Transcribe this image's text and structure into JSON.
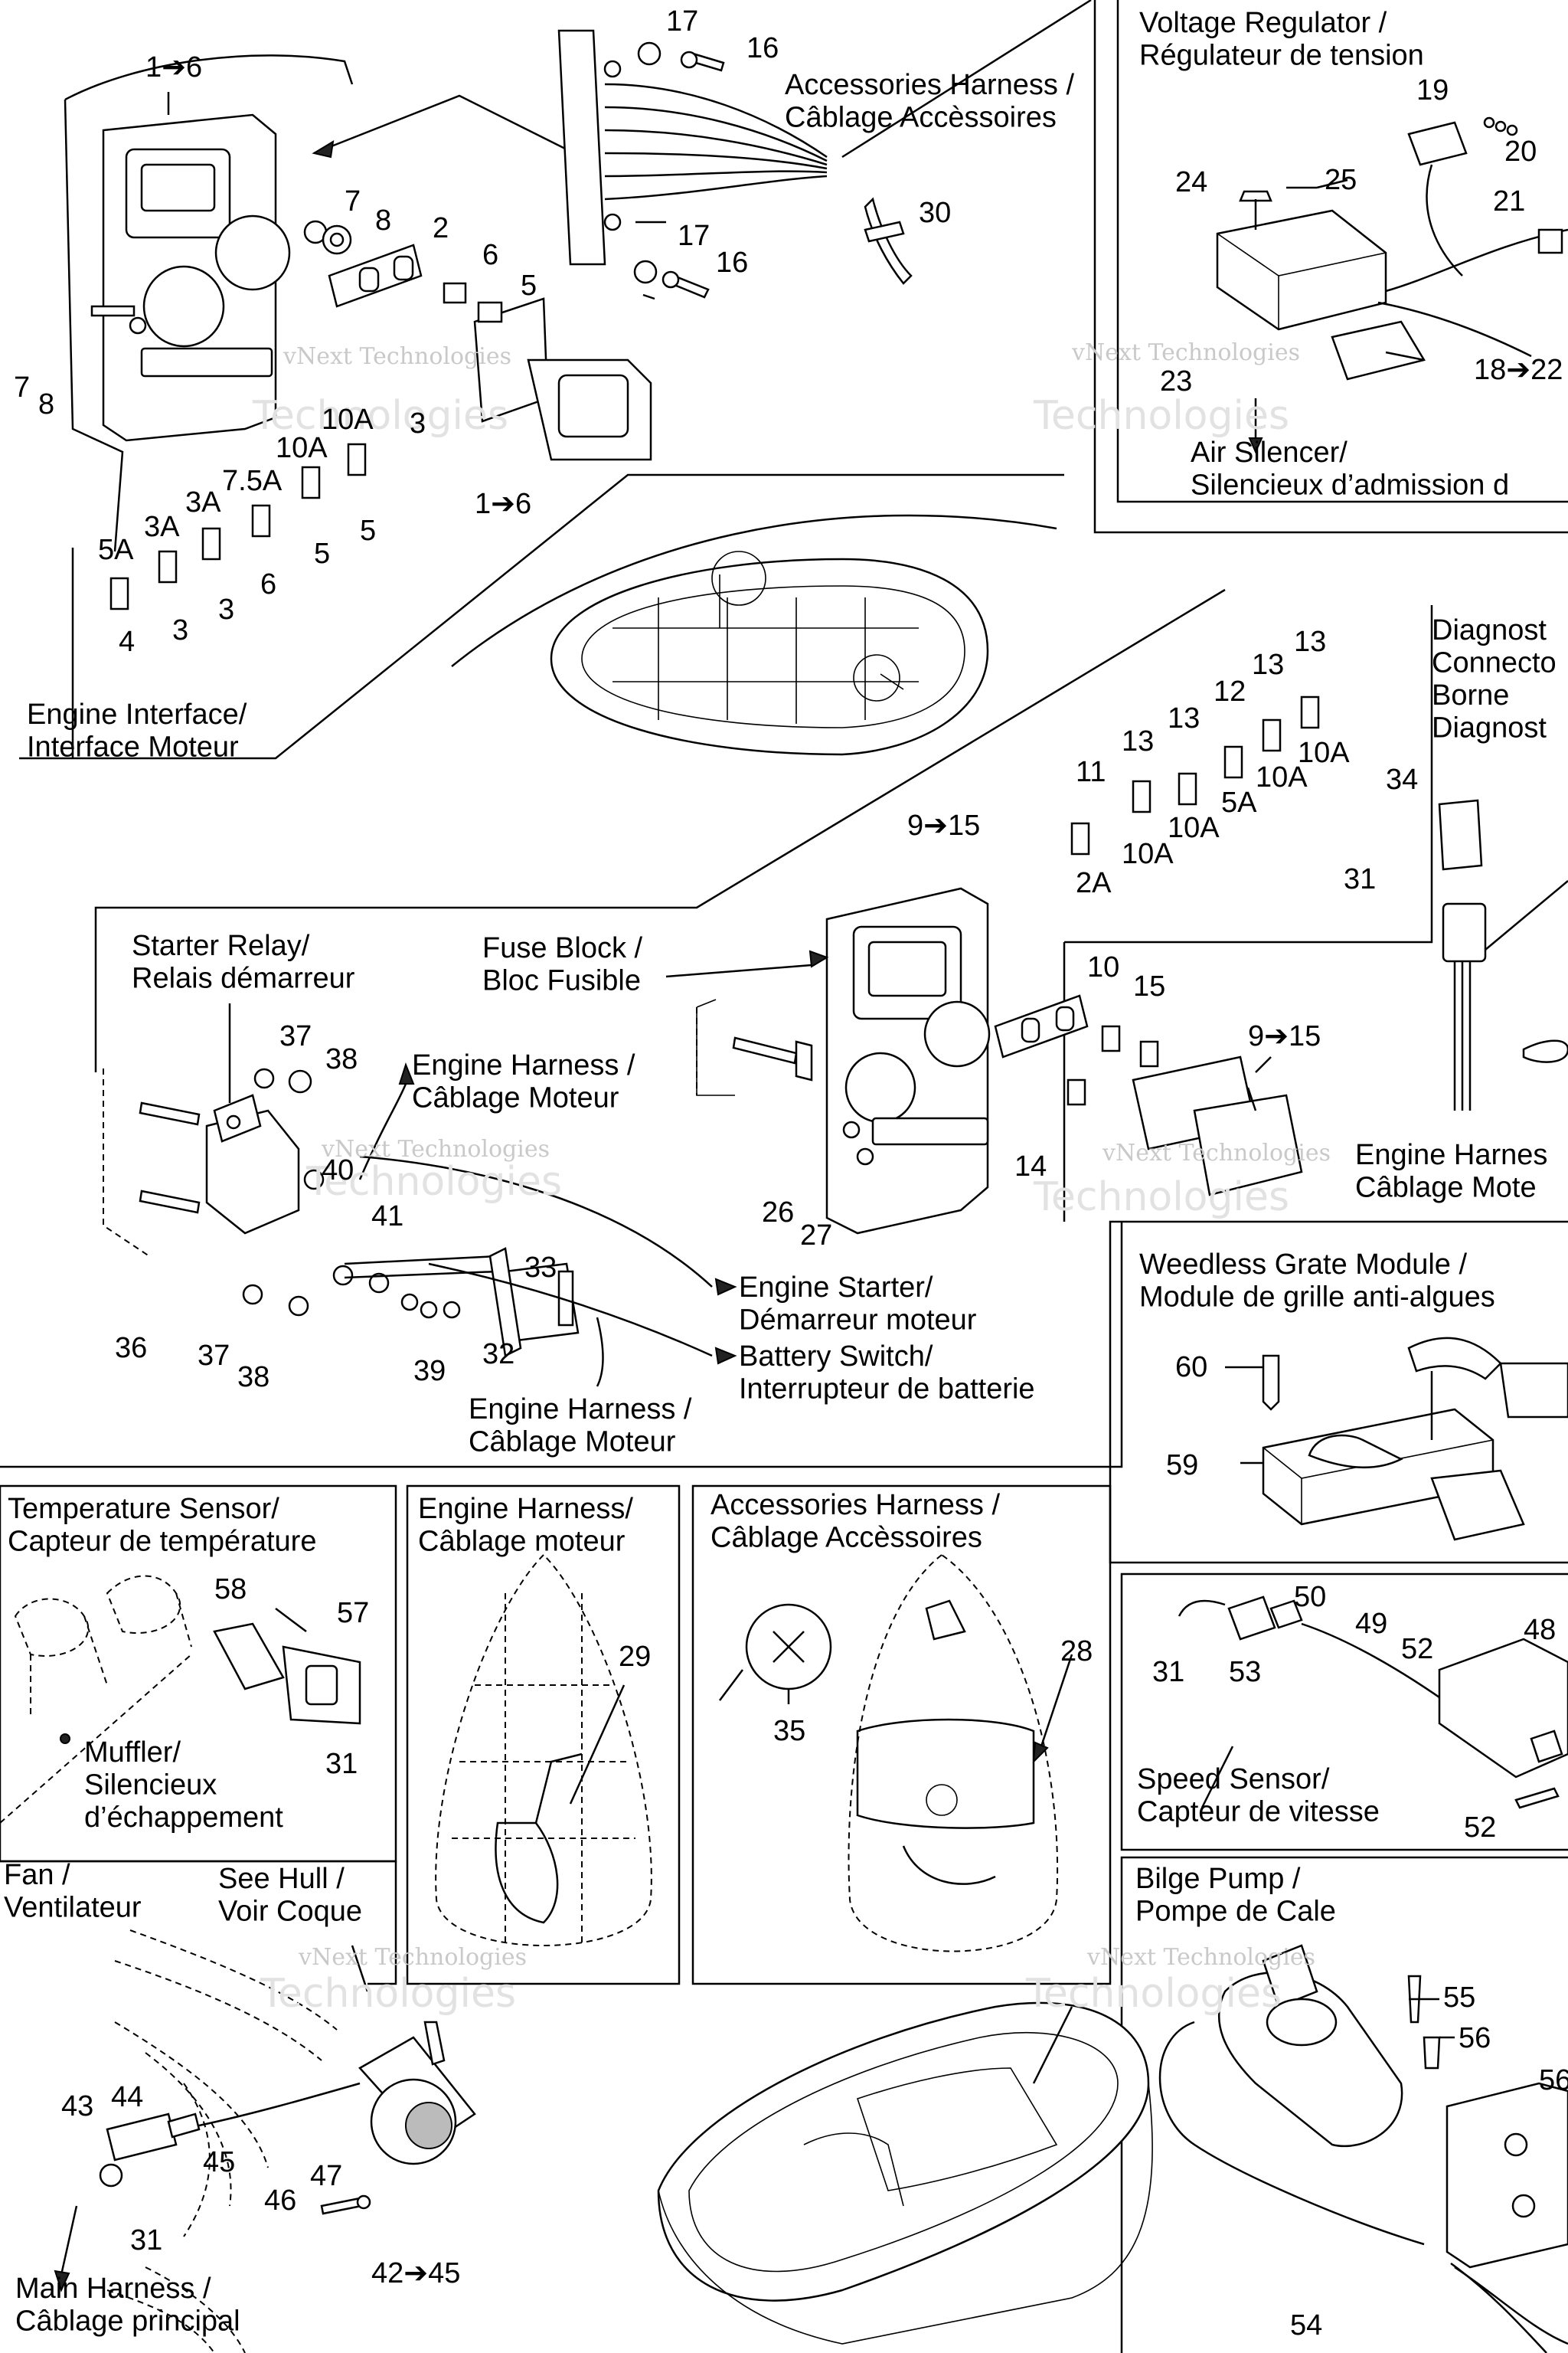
{
  "sections": {
    "voltage_regulator": "Voltage Regulator /\nRégulateur de tension",
    "engine_interface": "Engine Interface/\nInterface Moteur",
    "diagnostic": "Diagnost\nConnecto\nBorne\nDiagnost",
    "starter_relay": "Starter Relay/\nRelais démarreur",
    "fuse_block": "Fuse Block /\nBloc Fusible",
    "weedless": "Weedless Grate Module /\nModule de grille anti-algues",
    "temperature": "Temperature Sensor/\nCapteur de température",
    "engine_harness_box": "Engine Harness/\nCâblage moteur",
    "accessories_box": "Accessories Harness /\nCâblage Accèssoires",
    "speed_sensor": "Speed Sensor/\nCapteur de vitesse",
    "fan": "Fan /\nVentilateur",
    "see_hull": "See Hull /\nVoir Coque",
    "bilge": "Bilge Pump /\nPompe de Cale"
  },
  "callouts": {
    "accessories_harness": "Accessories Harness /\nCâblage Accèssoires",
    "air_silencer": "Air Silencer/\nSilencieux d’admission d",
    "engine_harness_1": "Engine Harness /\nCâblage Moteur",
    "engine_harness_2": "Engine Harness /\nCâblage Moteur",
    "engine_harness_right": "Engine Harnes\nCâblage Mote",
    "engine_starter": "Engine Starter/\nDémarreur moteur",
    "battery_switch": "Battery Switch/\nInterrupteur de batterie",
    "muffler": "Muffler/\nSilencieux\nd’échappement",
    "main_harness": "Main Harness /\nCâblage principal"
  },
  "fuse_ratings": {
    "a10_1": "10A",
    "a10_2": "10A",
    "a7_5": "7.5A",
    "a3_1": "3A",
    "a3_2": "3A",
    "a5_1": "5A",
    "b2": "2A",
    "b10_1": "10A",
    "b10_2": "10A",
    "b5": "5A",
    "b10_3": "10A",
    "b10_4": "10A"
  },
  "numbers": {
    "n1_6a": "1➔6",
    "n1_6b": "1➔6",
    "n2": "2",
    "n3": "3",
    "n3b": "3",
    "n3c": "3",
    "n4": "4",
    "n5a": "5",
    "n5b": "5",
    "n5c": "5",
    "n6a": "6",
    "n6b": "6",
    "n7a": "7",
    "n7b": "7",
    "n8a": "8",
    "n8b": "8",
    "n16a": "16",
    "n16b": "16",
    "n17a": "17",
    "n17b": "17",
    "n18_22": "18➔22",
    "n19": "19",
    "n20": "20",
    "n21": "21",
    "n23": "23",
    "n24": "24",
    "n25": "25",
    "n30": "30",
    "n9_15a": "9➔15",
    "n9_15b": "9➔15",
    "n10": "10",
    "n11": "11",
    "n12": "12",
    "n13a": "13",
    "n13b": "13",
    "n13c": "13",
    "n13d": "13",
    "n14": "14",
    "n15": "15",
    "n26": "26",
    "n27": "27",
    "n31a": "31",
    "n34": "34",
    "n32": "32",
    "n33": "33",
    "n36": "36",
    "n37a": "37",
    "n37b": "37",
    "n38a": "38",
    "n38b": "38",
    "n39": "39",
    "n40": "40",
    "n41": "41",
    "n59": "59",
    "n60": "60",
    "n57": "57",
    "n58": "58",
    "n31b": "31",
    "n29": "29",
    "n28": "28",
    "n35": "35",
    "n31c": "31",
    "n53": "53",
    "n50": "50",
    "n49": "49",
    "n52a": "52",
    "n52b": "52",
    "n48": "48",
    "n43": "43",
    "n44": "44",
    "n45": "45",
    "n31d": "31",
    "n46": "46",
    "n47": "47",
    "n42_45": "42➔45",
    "n55": "55",
    "n56a": "56",
    "n56b": "56",
    "n54": "54"
  },
  "watermark": {
    "line1": "vNext Technologies",
    "line2": "vNext",
    "line3": "Technologies"
  }
}
